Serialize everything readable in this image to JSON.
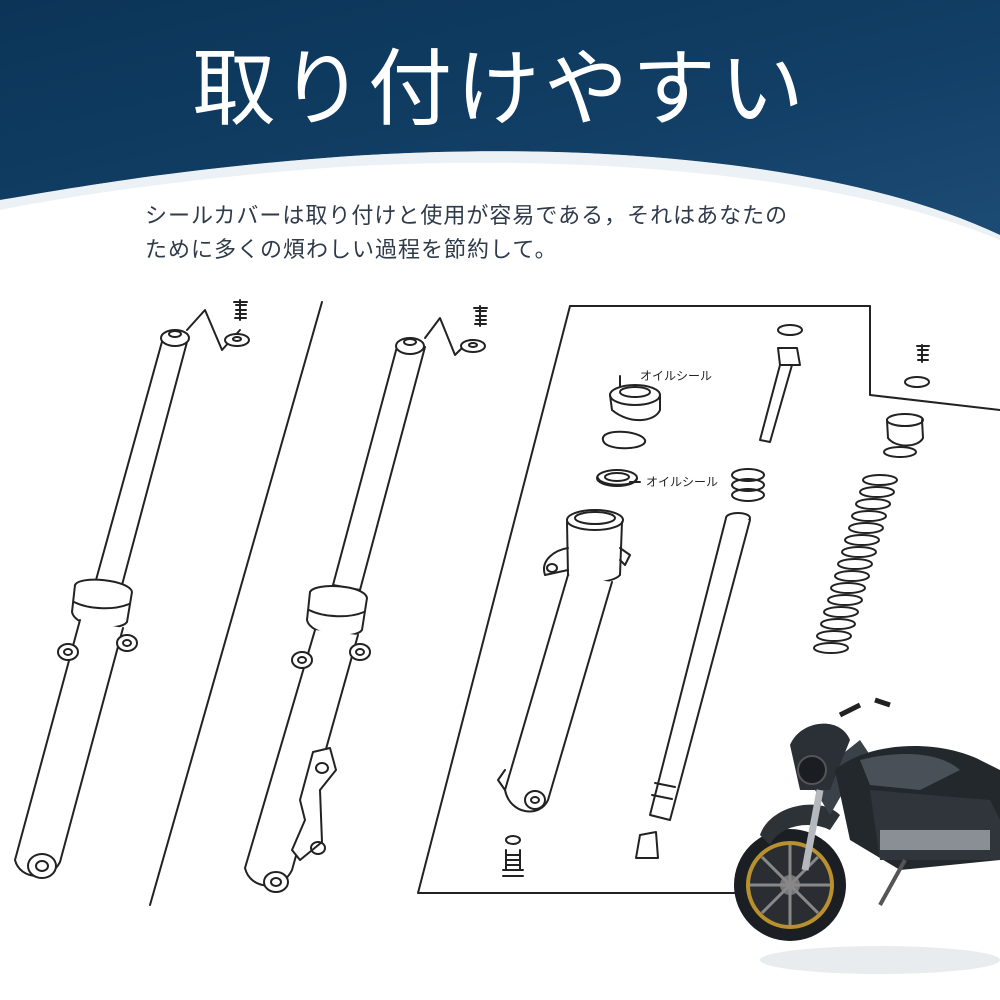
{
  "header": {
    "title": "取り付けやすい"
  },
  "description": {
    "line1": "シールカバーは取り付けと使用が容易である，それはあなたの",
    "line2": "ために多くの煩わしい過程を節約して。"
  },
  "diagram": {
    "label_oil_seal_top": "オイルシール",
    "label_oil_seal_bottom": "オイルシール"
  },
  "colors": {
    "banner": "#0f3d63",
    "banner_light": "#2b5f87",
    "line": "#222222",
    "text": "#2f3b4a"
  }
}
